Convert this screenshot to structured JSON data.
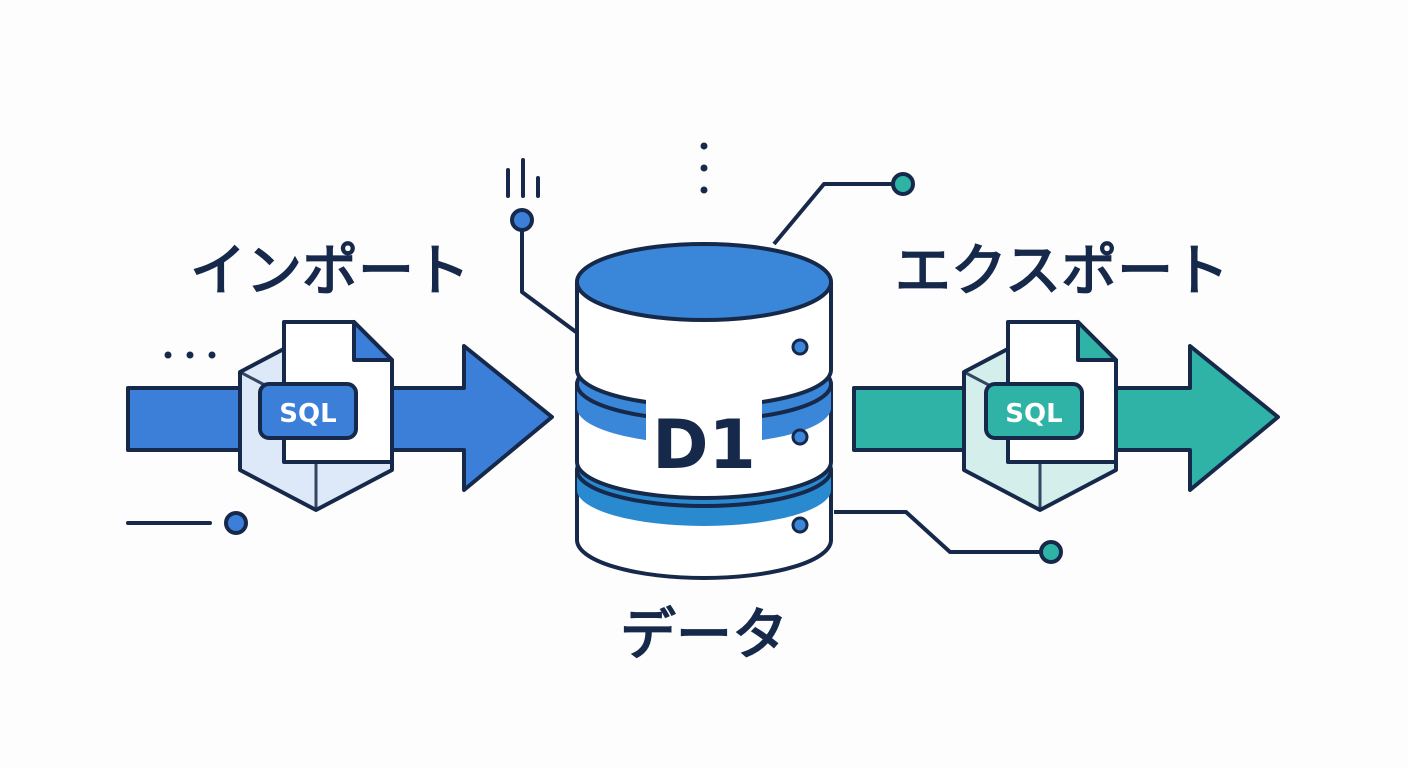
{
  "import_label": "インポート",
  "export_label": "エクスポート",
  "data_label": "データ",
  "database_label": "D1",
  "import_file_badge": "SQL",
  "export_file_badge": "SQL",
  "colors": {
    "outline": "#16294a",
    "import_blue": "#3b7fd9",
    "export_teal": "#2fb3a7",
    "db_band_blue": "#3a86d8",
    "background": "#fdfdfd"
  },
  "icons": [
    "import-arrow-icon",
    "export-arrow-icon",
    "sql-file-icon",
    "database-cylinder-icon",
    "connector-dot-icon"
  ]
}
